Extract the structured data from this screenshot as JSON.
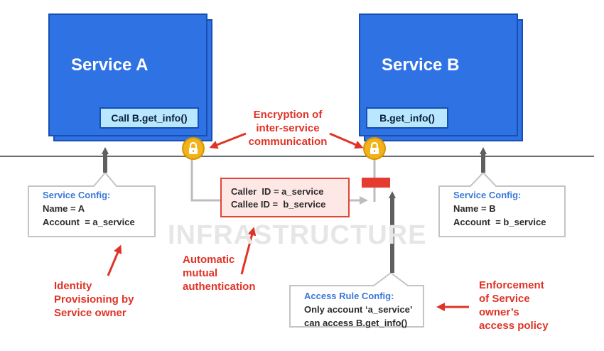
{
  "service_a": {
    "title": "Service A",
    "method": "Call B.get_info()"
  },
  "service_b": {
    "title": "Service B",
    "method": "B.get_info()"
  },
  "encryption_label": [
    "Encryption of",
    "inter-service",
    "communication"
  ],
  "caller_box": {
    "line1": "Caller  ID = a_service",
    "line2": "Callee ID =  b_service"
  },
  "watermark": "INFRASTRUCTURE",
  "config_a": {
    "heading": "Service Config:",
    "line1": "Name = A",
    "line2": "Account  = a_service"
  },
  "config_b": {
    "heading": "Service Config:",
    "line1": "Name = B",
    "line2": "Account  = b_service"
  },
  "access_rule": {
    "heading": "Access Rule Config:",
    "line1": "Only account ‘a_service’",
    "line2": "can access B.get_info()"
  },
  "identity_label": [
    "Identity",
    "Provisioning by",
    "Service owner"
  ],
  "mutual_auth_label": [
    "Automatic",
    "mutual",
    "authentication"
  ],
  "enforcement_label": [
    "Enforcement",
    "of Service",
    "owner’s",
    "access policy"
  ],
  "icons": {
    "lock": "padlock-icon"
  },
  "colors": {
    "service_blue": "#2f72e4",
    "label_red": "#e03327",
    "heading_blue": "#3b78d8",
    "lock_yellow": "#f2b21b"
  }
}
